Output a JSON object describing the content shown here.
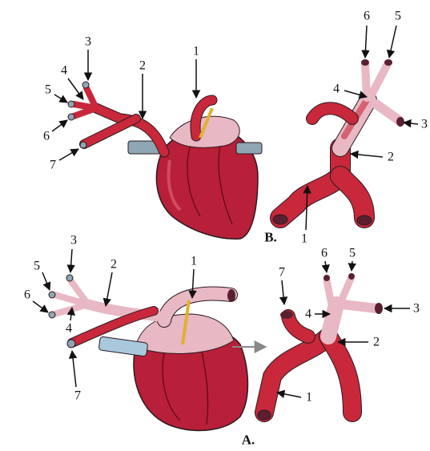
{
  "figure": {
    "panels": {
      "upper": "B.",
      "lower": "A."
    },
    "labels": {
      "n1": "1",
      "n2": "2",
      "n3": "3",
      "n4": "4",
      "n5": "5",
      "n6": "6",
      "n7": "7"
    },
    "colors": {
      "vessel": "#c8283a",
      "vessel_highlight": "#e06a78",
      "heart": "#b81f38",
      "heart_pale": "#e8b8c4",
      "vein": "#8fa6b4",
      "vein_blue": "#a8c8dc",
      "nerve": "#e0b030",
      "outline": "#2a1a1e",
      "arrow": "#888888"
    }
  }
}
